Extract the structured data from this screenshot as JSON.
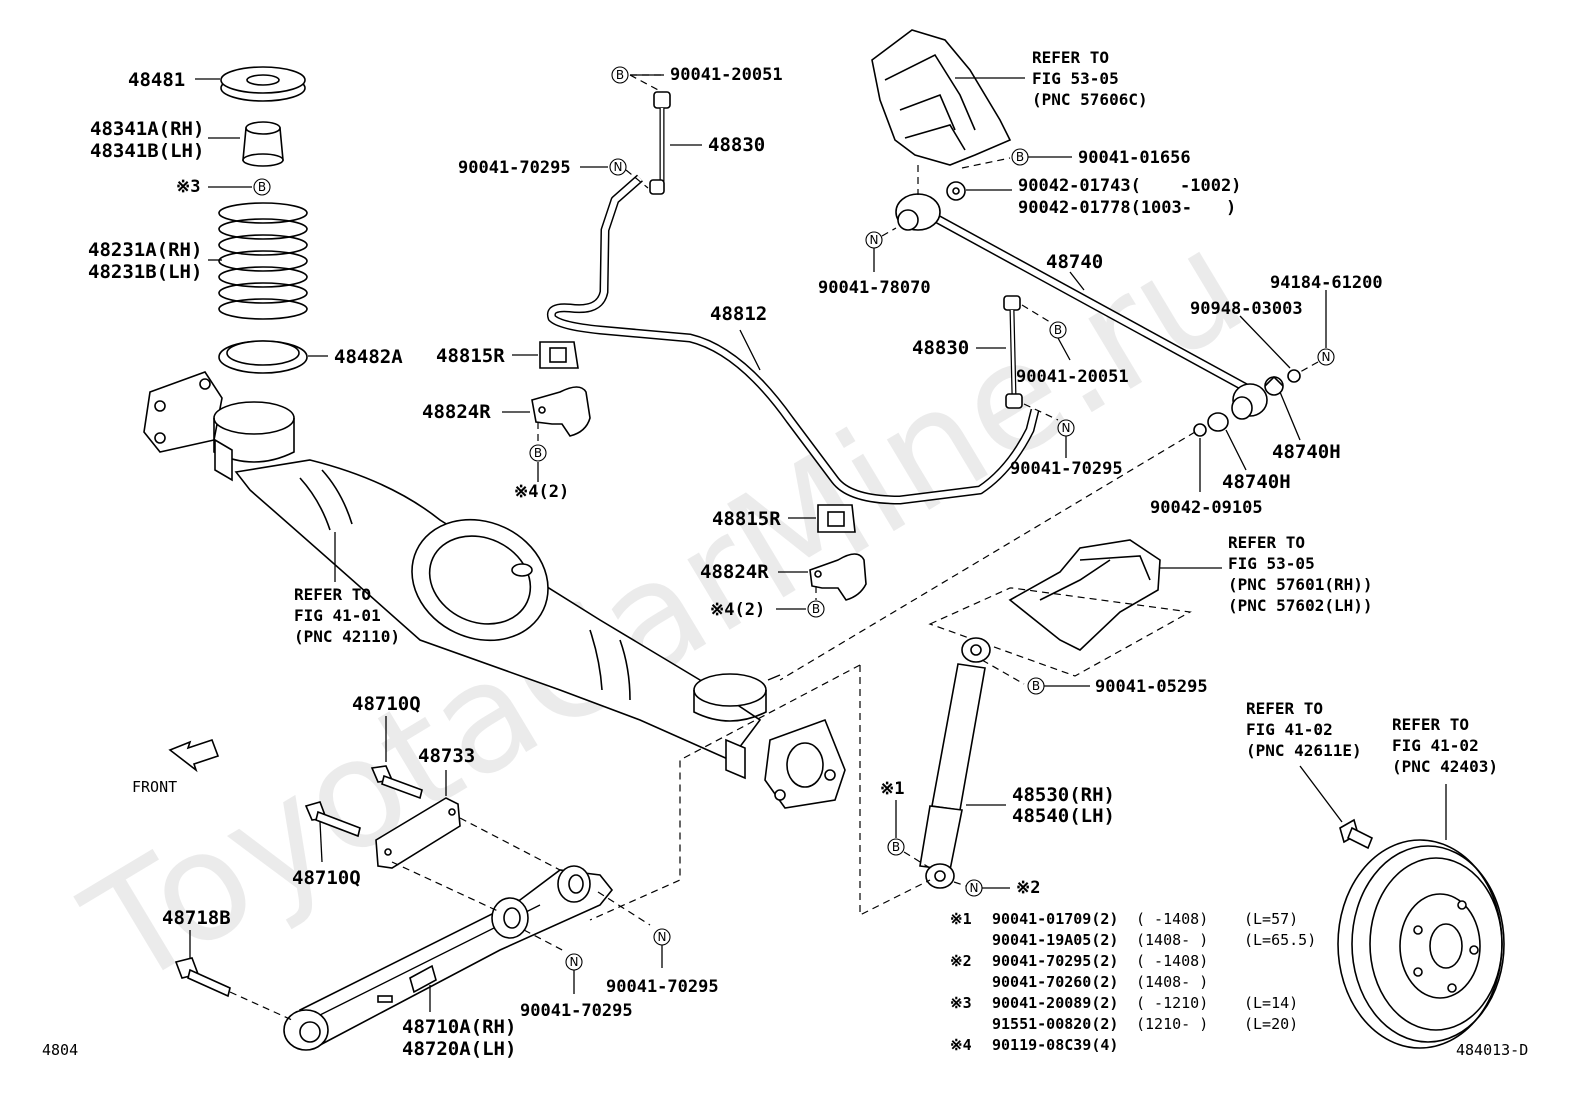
{
  "watermark": "ToyotaCarMine.ru",
  "footer": {
    "left_code": "4804",
    "right_code": "484013-D"
  },
  "front_label": "FRONT",
  "parts": {
    "p48481": "48481",
    "p48341a": "48341A(RH)",
    "p48341b": "48341B(LH)",
    "p3b": "※3",
    "p48231a": "48231A(RH)",
    "p48231b": "48231B(LH)",
    "p48482a": "48482A",
    "p48815r_1": "48815R",
    "p48824r_1": "48824R",
    "p4_1": "※4(2)",
    "p48815r_2": "48815R",
    "p48824r_2": "48824R",
    "p4_2": "※4(2)",
    "p48812": "48812",
    "p48830_1": "48830",
    "p48830_2": "48830",
    "p90041_20051_1": "90041-20051",
    "p90041_20051_2": "90041-20051",
    "p90041_70295_1": "90041-70295",
    "p90041_70295_2": "90041-70295",
    "p90041_70295_3": "90041-70295",
    "p90041_70295_4": "90041-70295",
    "p90041_01656": "90041-01656",
    "p90042_01743": "90042-01743(",
    "p90042_01743_r": "-1002)",
    "p90042_01778": "90042-01778(1003-",
    "p90042_01778_r": ")",
    "p90041_78070": "90041-78070",
    "p48740": "48740",
    "p94184": "94184-61200",
    "p90948": "90948-03003",
    "p48740h_1": "48740H",
    "p48740h_2": "48740H",
    "p90042_09105": "90042-09105",
    "p90041_05295": "90041-05295",
    "p48530": "48530(RH)",
    "p48540": "48540(LH)",
    "p48710q_1": "48710Q",
    "p48710q_2": "48710Q",
    "p48733": "48733",
    "p48718b": "48718B",
    "p48710a": "48710A(RH)",
    "p48720a": "48720A(LH)",
    "s1": "※1",
    "s2": "※2"
  },
  "badges": {
    "B": "B",
    "N": "N"
  },
  "references": {
    "r1_l1": "REFER TO",
    "r1_l2": "FIG 53-05",
    "r1_l3": "(PNC 57606C)",
    "r2_l1": "REFER TO",
    "r2_l2": "FIG 41-01",
    "r2_l3": "(PNC 42110)",
    "r3_l1": "REFER TO",
    "r3_l2": "FIG 53-05",
    "r3_l3": "(PNC 57601(RH))",
    "r3_l4": "(PNC 57602(LH))",
    "r4_l1": "REFER TO",
    "r4_l2": "FIG 41-02",
    "r4_l3": "(PNC 42611E)",
    "r5_l1": "REFER TO",
    "r5_l2": "FIG 41-02",
    "r5_l3": "(PNC 42403)"
  },
  "notes": [
    {
      "mark": "※1",
      "part": "90041-01709(2)",
      "range": "(      -1408)",
      "extra": "(L=57)"
    },
    {
      "mark": "",
      "part": "90041-19A05(2)",
      "range": "(1408-      )",
      "extra": "(L=65.5)"
    },
    {
      "mark": "※2",
      "part": "90041-70295(2)",
      "range": "(      -1408)",
      "extra": ""
    },
    {
      "mark": "",
      "part": "90041-70260(2)",
      "range": "(1408-      )",
      "extra": ""
    },
    {
      "mark": "※3",
      "part": "90041-20089(2)",
      "range": "(      -1210)",
      "extra": "(L=14)"
    },
    {
      "mark": "",
      "part": "91551-00820(2)",
      "range": "(1210-      )",
      "extra": "(L=20)"
    },
    {
      "mark": "※4",
      "part": "90119-08C39(4)",
      "range": "",
      "extra": ""
    }
  ]
}
